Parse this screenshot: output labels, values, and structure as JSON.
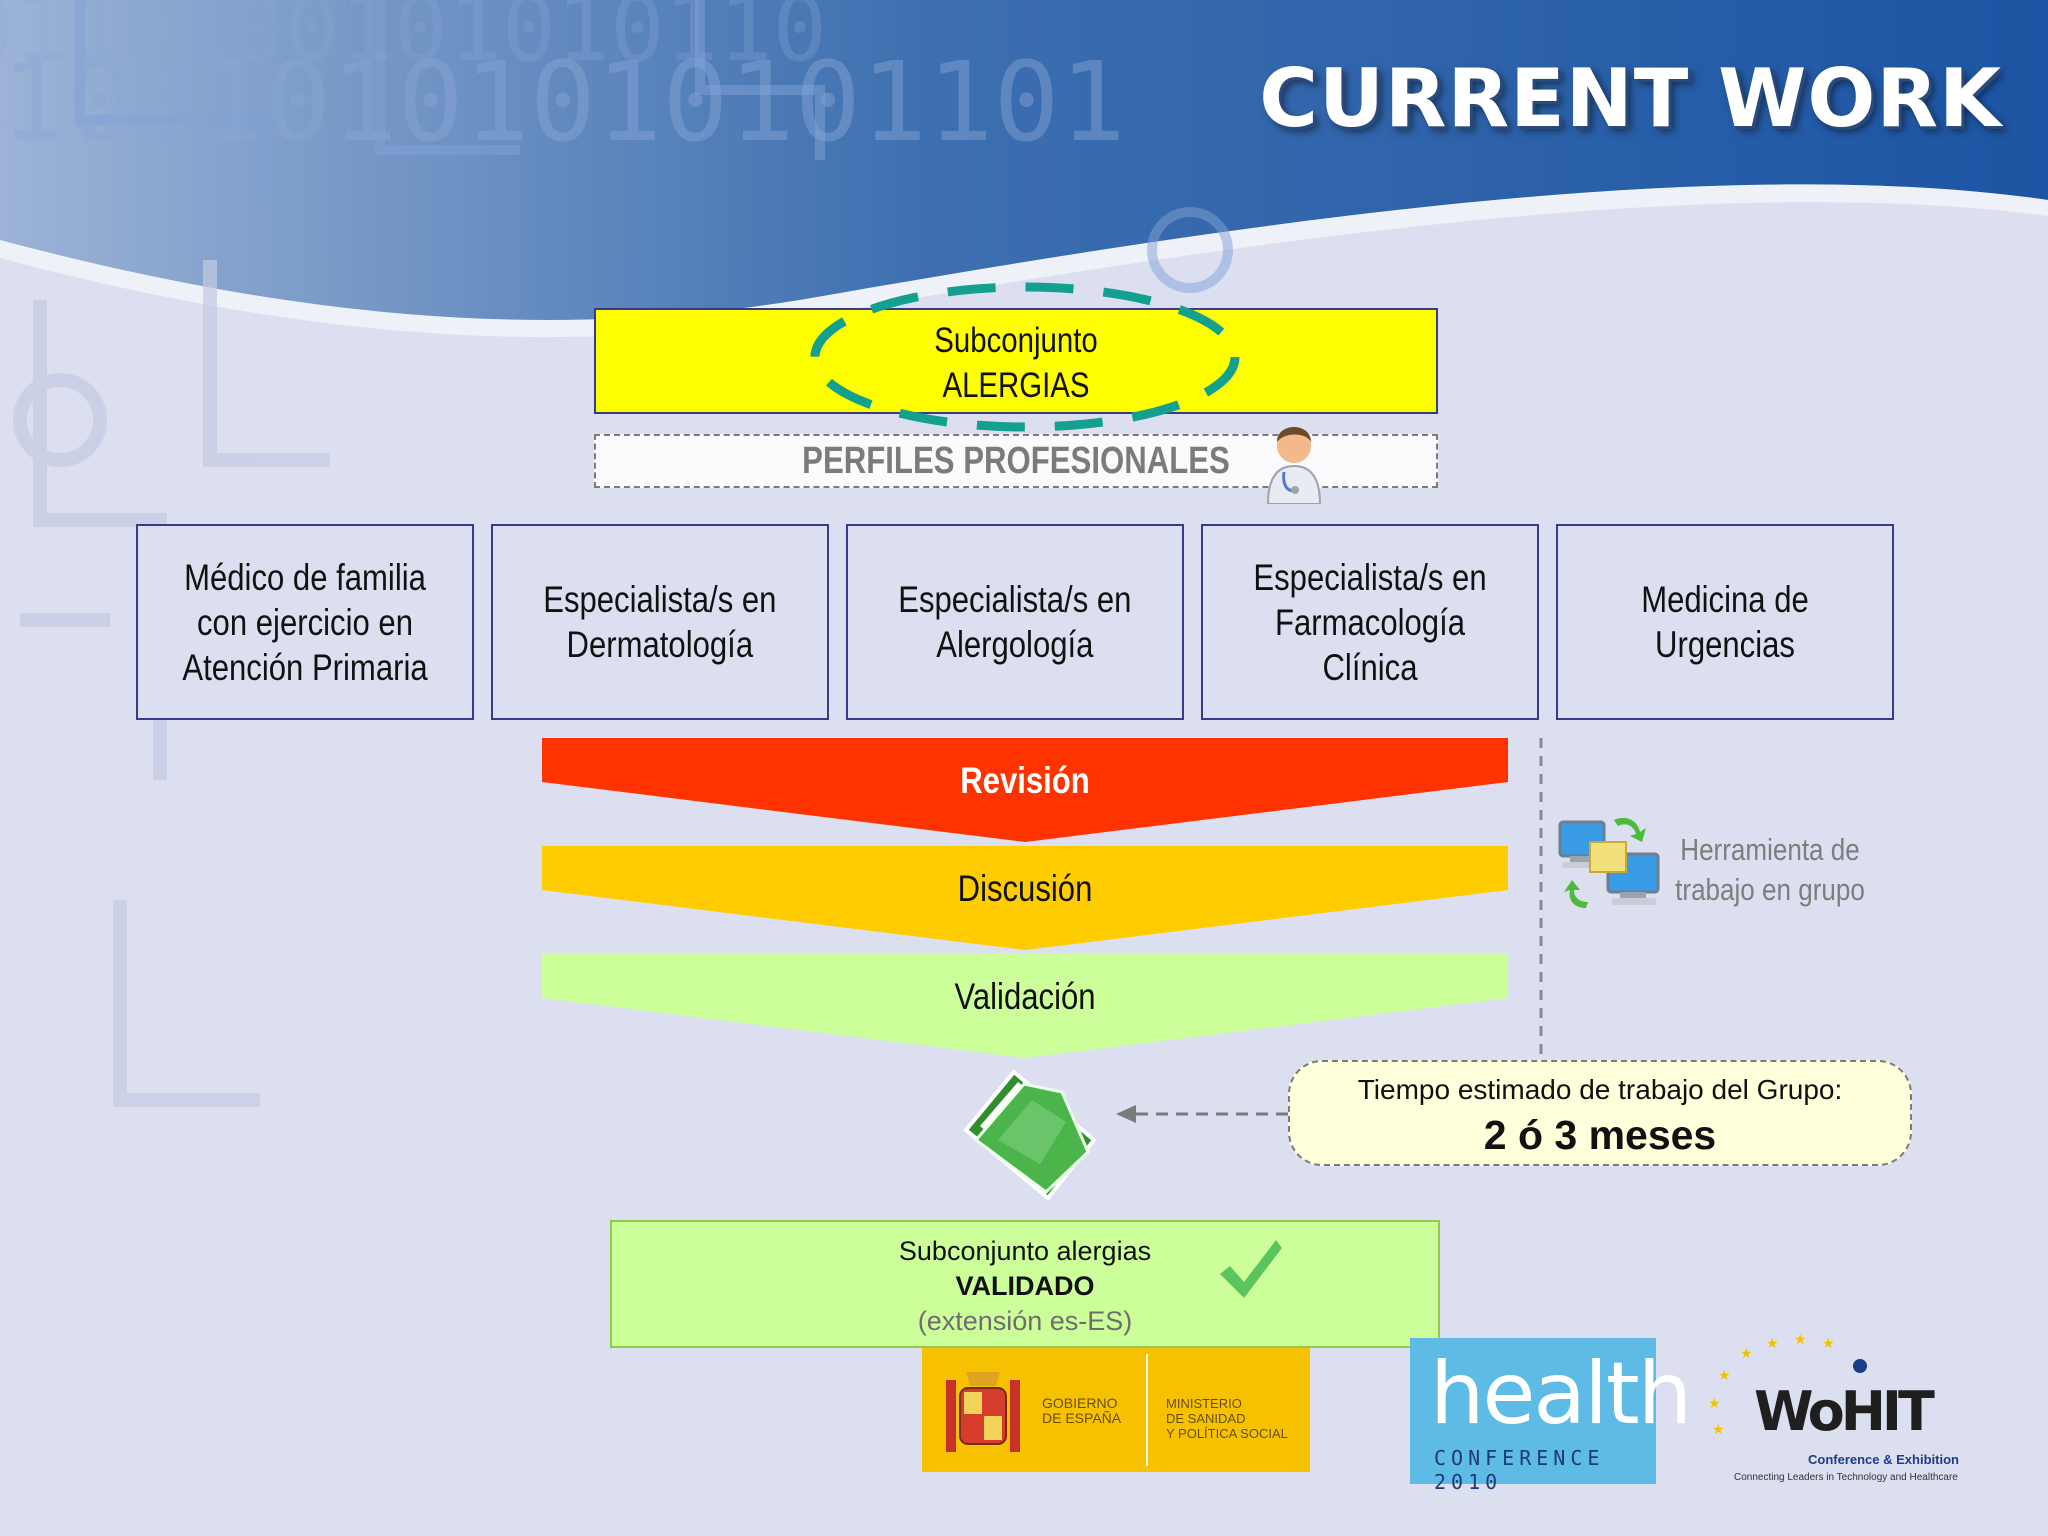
{
  "header": {
    "title": "CURRENT WORK"
  },
  "subset": {
    "line1": "Subconjunto",
    "line2": "ALERGIAS"
  },
  "profiles_label": "PERFILES PROFESIONALES",
  "profiles": [
    {
      "lines": [
        "Médico de familia",
        "con ejercicio en",
        "Atención Primaria"
      ]
    },
    {
      "lines": [
        "Especialista/s en",
        "Dermatología"
      ]
    },
    {
      "lines": [
        "Especialista/s en",
        "Alergología"
      ]
    },
    {
      "lines": [
        "Especialista/s en",
        "Farmacología Clínica"
      ]
    },
    {
      "lines": [
        "Medicina de Urgencias"
      ]
    }
  ],
  "phases": [
    {
      "label": "Revisión",
      "color": "#ff3300",
      "text_color": "#ffffff"
    },
    {
      "label": "Discusión",
      "color": "#ffcc00",
      "text_color": "#111111"
    },
    {
      "label": "Validación",
      "color": "#ccff99",
      "text_color": "#111111"
    }
  ],
  "group_tool": {
    "line1": "Herramienta de",
    "line2": "trabajo en grupo"
  },
  "time_note": {
    "label": "Tiempo estimado de trabajo del Grupo:",
    "value": "2 ó 3 meses"
  },
  "validated": {
    "line1": "Subconjunto alergias",
    "line2": "VALIDADO",
    "line3": "(extensión es-ES)"
  },
  "logos": {
    "gov_left": [
      "GOBIERNO",
      "DE ESPAÑA"
    ],
    "gov_right": [
      "MINISTERIO",
      "DE SANIDAD",
      "Y POLÍTICA SOCIAL"
    ],
    "health": {
      "word": "health",
      "sub": "CONFERENCE 2010"
    },
    "whit": {
      "word": "WoHIT",
      "sub1": "Conference & Exhibition",
      "sub2": "Connecting Leaders in Technology and Healthcare"
    }
  },
  "colors": {
    "border": "#3a3a8c",
    "highlight_ellipse": "#14a08e",
    "subset_fill": "#ffff00"
  }
}
